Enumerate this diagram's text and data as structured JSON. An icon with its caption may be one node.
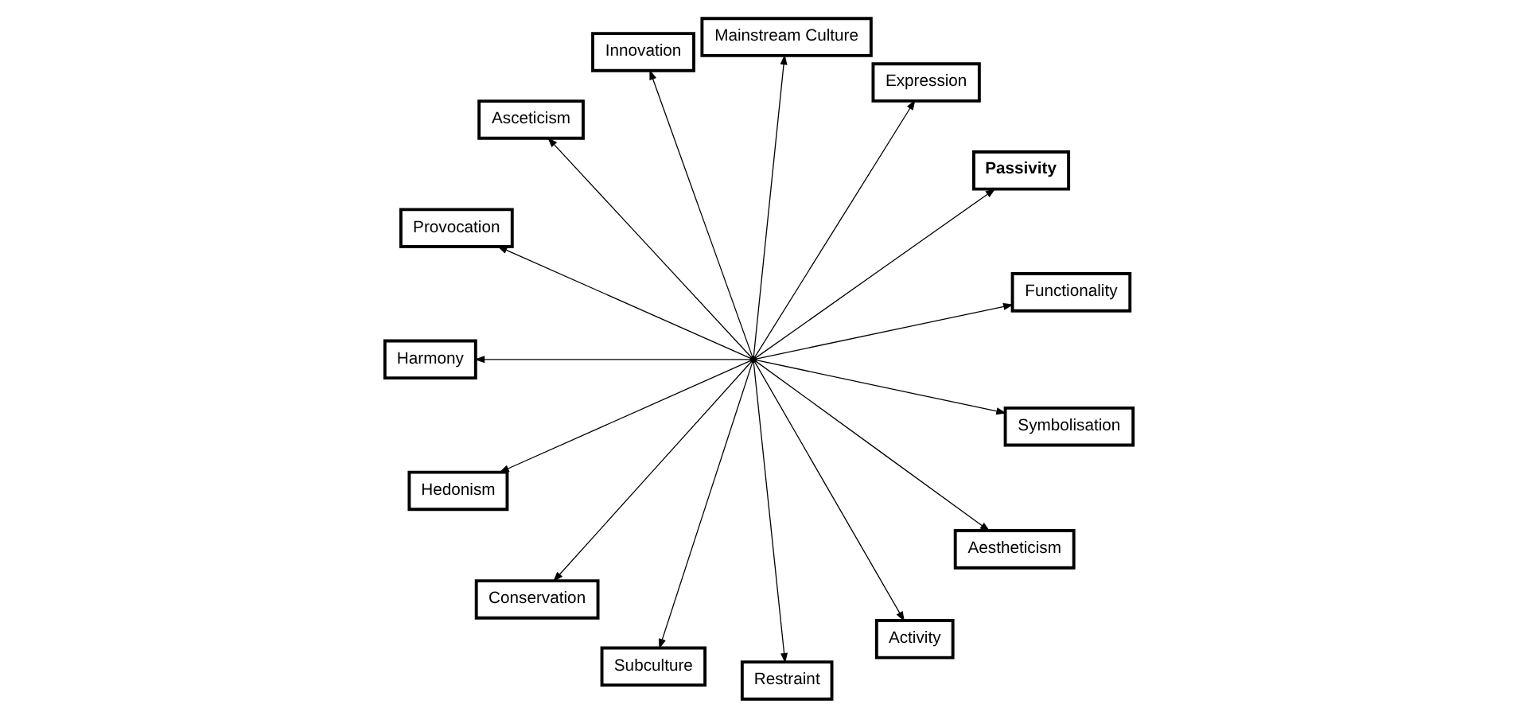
{
  "diagram": {
    "nodes": [
      {
        "text": [
          "Functionality"
        ]
      },
      {
        "text": [
          "Passivity"
        ]
      },
      {
        "text": [
          "Expression"
        ]
      },
      {
        "text": [
          "Mainstream Culture"
        ]
      },
      {
        "text": [
          "Innovation"
        ]
      },
      {
        "text": [
          "Asceticism"
        ]
      },
      {
        "text": [
          "Provocation"
        ]
      },
      {
        "text": [
          "Harmony"
        ]
      },
      {
        "text": [
          "Hedonism"
        ]
      },
      {
        "text": [
          "Conservation"
        ]
      },
      {
        "text": [
          "Subculture"
        ]
      },
      {
        "text": [
          "Restraint"
        ]
      },
      {
        "text": [
          "Activity"
        ]
      },
      {
        "text": [
          "Aestheticism"
        ]
      },
      {
        "text": [
          "Symbolisation"
        ]
      },
      {
        "text": [],
        "shape": "point"
      }
    ],
    "edges": [
      {
        "from": 15,
        "to": 0,
        "arrow": "to"
      },
      {
        "from": 15,
        "to": 1,
        "arrow": "to"
      },
      {
        "from": 15,
        "to": 2,
        "arrow": "to"
      },
      {
        "from": 15,
        "to": 3,
        "arrow": "to"
      },
      {
        "from": 15,
        "to": 4,
        "arrow": "to"
      },
      {
        "from": 15,
        "to": 5,
        "arrow": "to"
      },
      {
        "from": 15,
        "to": 6,
        "arrow": "to"
      },
      {
        "from": 15,
        "to": 7,
        "arrow": "to"
      },
      {
        "from": 15,
        "to": 8,
        "arrow": "to"
      },
      {
        "from": 15,
        "to": 9,
        "arrow": "to"
      },
      {
        "from": 15,
        "to": 10,
        "arrow": "to"
      },
      {
        "from": 15,
        "to": 11,
        "arrow": "to"
      },
      {
        "from": 15,
        "to": 12,
        "arrow": "to"
      },
      {
        "from": 15,
        "to": 13,
        "arrow": "to"
      },
      {
        "from": 15,
        "to": 14,
        "arrow": "to"
      }
    ]
  }
}
